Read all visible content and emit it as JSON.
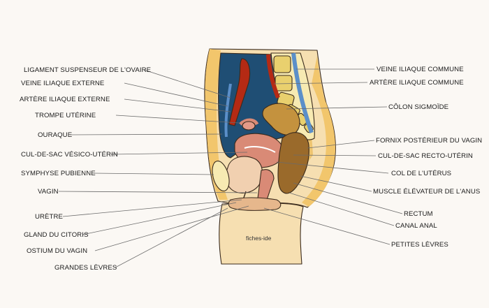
{
  "watermark": "fiches-ide",
  "labels_left": [
    "LIGAMENT SUSPENSEUR DE L'OVAIRE",
    "VEINE ILIAQUE EXTERNE",
    "ARTÈRE ILIAQUE EXTERNE",
    "TROMPE UTÉRINE",
    "OURAQUE",
    "CUL-DE-SAC VÉSICO-UTÉRIN",
    "SYMPHYSE PUBIENNE",
    "VAGIN",
    "URÈTRE",
    "GLAND DU CITORIS",
    "OSTIUM DU VAGIN",
    "GRANDES LÈVRES"
  ],
  "labels_right": [
    "VEINE ILIAQUE COMMUNE",
    "ARTÈRE ILIAQUE COMMUNE",
    "CÔLON SIGMOÏDE",
    "FORNIX POSTÉRIEUR DU VAGIN",
    "CUL-DE-SAC RECTO-UTÉRIN",
    "COL DE L'UTÉRUS",
    "MUSCLE ÉLÉVATEUR DE L'ANUS",
    "RECTUM",
    "CANAL ANAL",
    "PETITES LÈVRES"
  ],
  "colors": {
    "background": "#fbf8f4",
    "deep_blue": "#1f4e74",
    "artery_red": "#b42a14",
    "vein_blue": "#5b8fc9",
    "fat_yellow": "#f2c66c",
    "skin": "#f6dfb1",
    "uterus": "#d98a76",
    "bladder": "#f1d0b0",
    "rectum_brown": "#9a6a2b",
    "bone": "#f7eab2"
  }
}
